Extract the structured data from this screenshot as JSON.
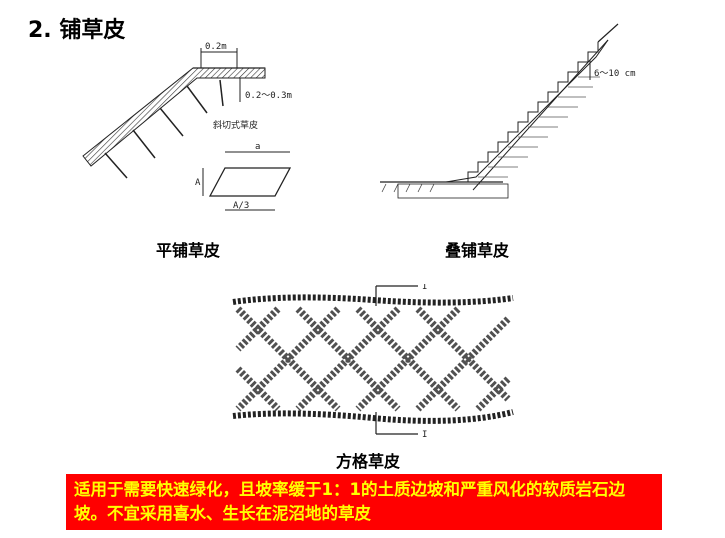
{
  "slide": {
    "title": "2. 铺草皮"
  },
  "figures": {
    "flat": {
      "caption": "平铺草皮",
      "labels": {
        "width": "0.2m",
        "depth": "0.2～0.3m",
        "cut": "斜切式草皮",
        "a_top": "a",
        "a_side": "A",
        "a_bottom": "A/3"
      }
    },
    "stacked": {
      "caption": "叠铺草皮",
      "labels": {
        "gap": "6～10 cm"
      }
    },
    "grid": {
      "caption": "方格草皮",
      "labels": {
        "top": "I",
        "bottom": "I"
      }
    }
  },
  "note": {
    "text": "适用于需要快速绿化，且坡率缓于1：1的土质边坡和严重风化的软质岩石边坡。不宜采用喜水、生长在泥沼地的草皮"
  },
  "colors": {
    "note_bg": "#ff0000",
    "note_text": "#ffff00"
  }
}
